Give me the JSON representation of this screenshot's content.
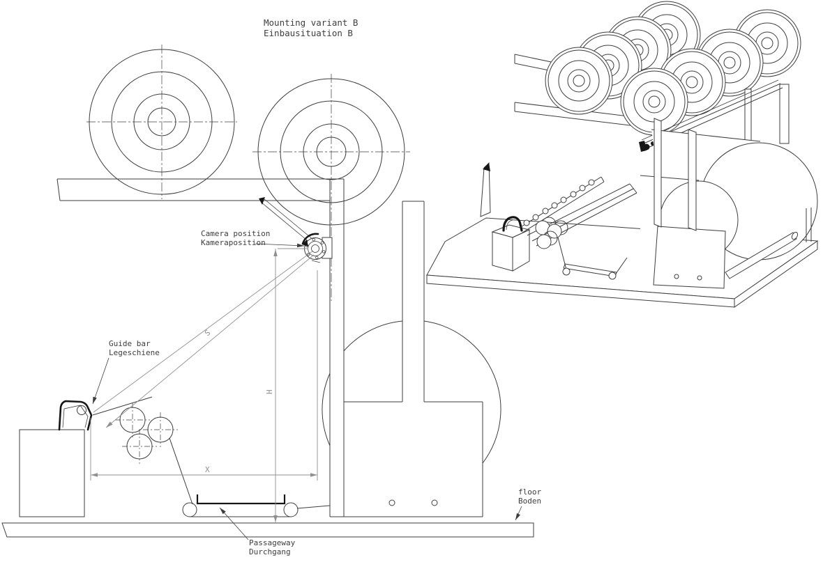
{
  "title": {
    "line1": "Mounting variant B",
    "line2": "Einbausituation B"
  },
  "labels": {
    "camera": {
      "line1": "Camera position",
      "line2": "Kameraposition"
    },
    "guide_bar": {
      "line1": "Guide bar",
      "line2": "Legeschiene"
    },
    "passageway": {
      "line1": "Passageway",
      "line2": "Durchgang"
    },
    "floor": {
      "line1": "floor",
      "line2": "Boden"
    }
  },
  "dimensions": {
    "sight_distance": "S",
    "mounting_height": "H",
    "horizontal_distance": "X"
  },
  "colors": {
    "line": "#3d3d3d",
    "dimension": "#8f8f8f",
    "accent": "#161616",
    "background": "#ffffff"
  }
}
